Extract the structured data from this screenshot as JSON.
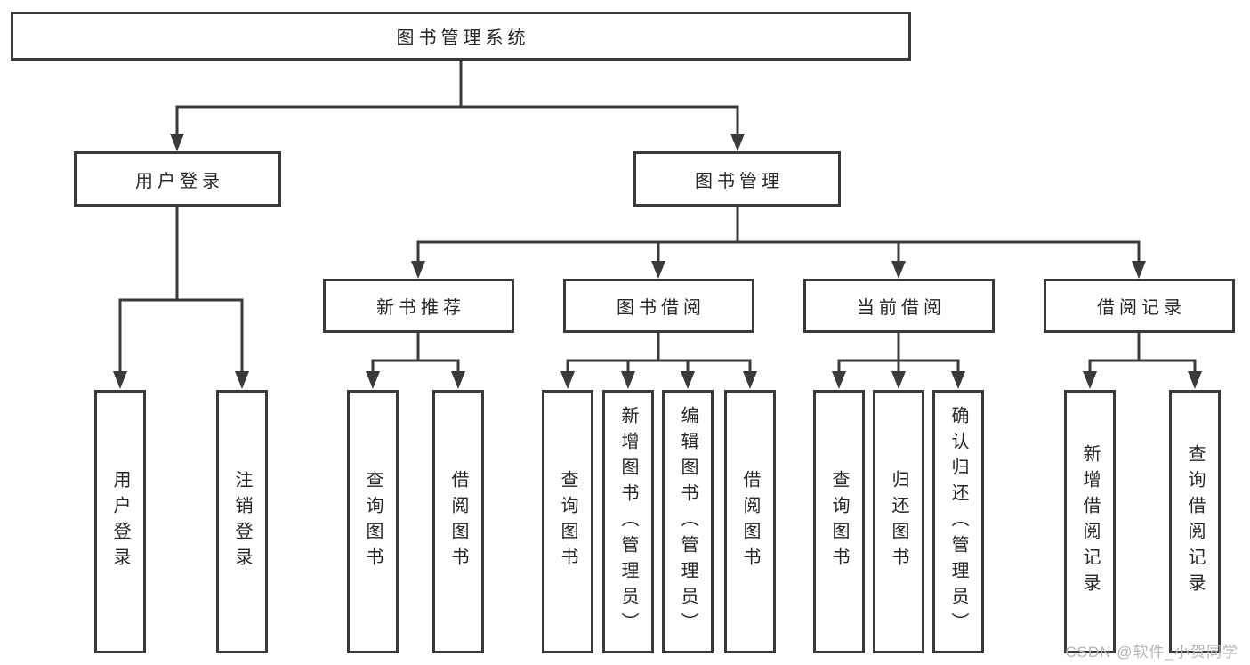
{
  "diagram": {
    "root": {
      "label": "图书管理系统"
    },
    "branches": [
      {
        "label": "用户登录",
        "children": [
          {
            "label": "用户登录"
          },
          {
            "label": "注销登录"
          }
        ]
      },
      {
        "label": "图书管理",
        "children": [
          {
            "label": "新书推荐",
            "children": [
              {
                "label": "查询图书"
              },
              {
                "label": "借阅图书"
              }
            ]
          },
          {
            "label": "图书借阅",
            "children": [
              {
                "label": "查询图书"
              },
              {
                "label": "新增图书（管理员）"
              },
              {
                "label": "编辑图书（管理员）"
              },
              {
                "label": "借阅图书"
              }
            ]
          },
          {
            "label": "当前借阅",
            "children": [
              {
                "label": "查询图书"
              },
              {
                "label": "归还图书"
              },
              {
                "label": "确认归还（管理员）"
              }
            ]
          },
          {
            "label": "借阅记录",
            "children": [
              {
                "label": "新增借阅记录"
              },
              {
                "label": "查询借阅记录"
              }
            ]
          }
        ]
      }
    ]
  },
  "watermark": {
    "text": "CSDN @软件_小贺同学"
  },
  "colors": {
    "line": "#3a3a3a",
    "text": "#262626",
    "background": "#ffffff",
    "watermark": "#b5b5b5"
  }
}
